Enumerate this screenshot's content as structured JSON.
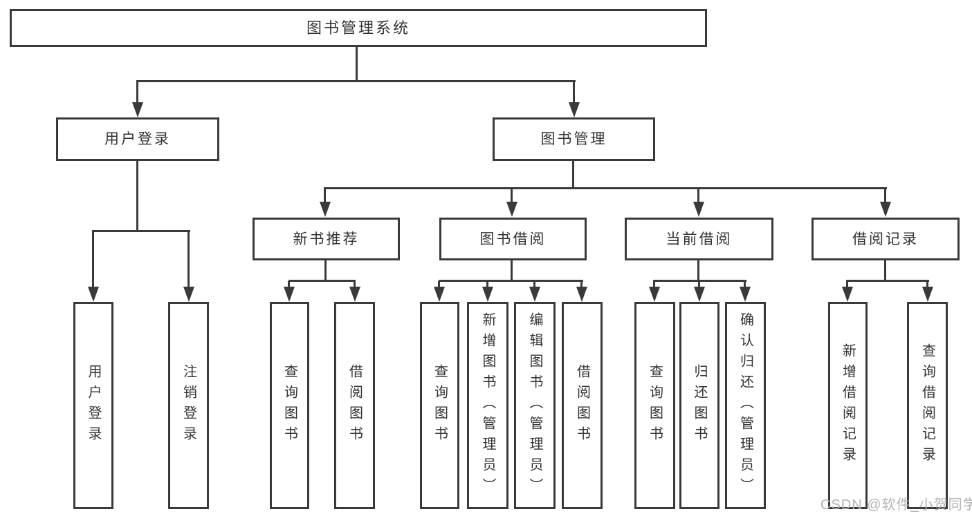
{
  "colors": {
    "line": "#3a3a3a",
    "text": "#333333",
    "background": "#ffffff",
    "watermark": "#b2b2b2"
  },
  "nodes": {
    "root": {
      "label": "图书管理系统"
    },
    "user_login": {
      "label": "用户登录"
    },
    "book_mgmt": {
      "label": "图书管理"
    },
    "new_book_rec": {
      "label": "新书推荐"
    },
    "book_borrow": {
      "label": "图书借阅"
    },
    "current_borrow": {
      "label": "当前借阅"
    },
    "borrow_record": {
      "label": "借阅记录"
    },
    "leaf_user_login": {
      "label": "用户登录"
    },
    "leaf_logout_login": {
      "label": "注销登录"
    },
    "leaf_query_book_rec": {
      "label": "查询图书"
    },
    "leaf_borrow_book_rec": {
      "label": "借阅图书"
    },
    "leaf_query_book_borrow": {
      "label": "查询图书"
    },
    "leaf_add_book_admin": {
      "label": "新增图书（管理员）"
    },
    "leaf_edit_book_admin": {
      "label": "编辑图书（管理员）"
    },
    "leaf_borrow_book_borrow": {
      "label": "借阅图书"
    },
    "leaf_query_book_current": {
      "label": "查询图书"
    },
    "leaf_return_book": {
      "label": "归还图书"
    },
    "leaf_confirm_return_admin": {
      "label": "确认归还（管理员）"
    },
    "leaf_add_borrow_record": {
      "label": "新增借阅记录"
    },
    "leaf_query_borrow_record": {
      "label": "查询借阅记录"
    }
  },
  "watermark": {
    "text": "CSDN @软件_小贺同学"
  }
}
